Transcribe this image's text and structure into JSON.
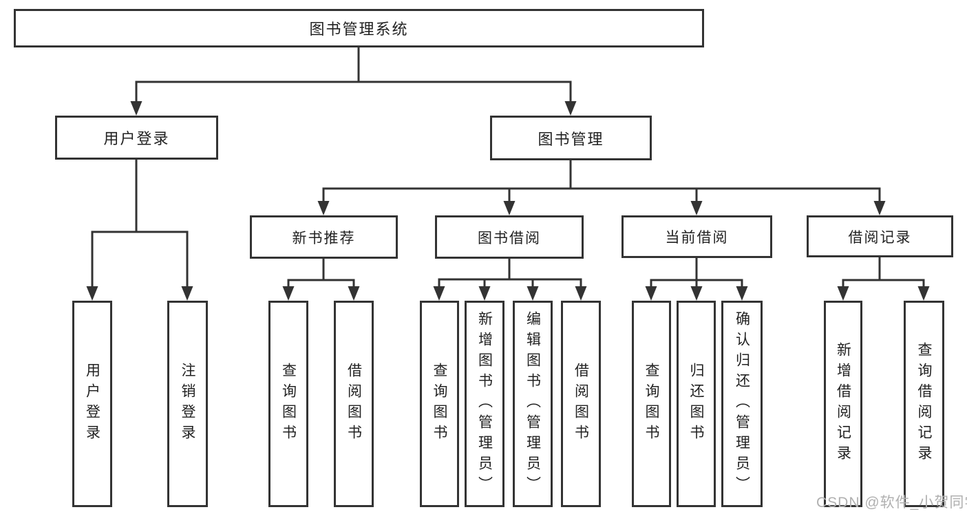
{
  "diagram": {
    "root": {
      "label": "图书管理系统"
    },
    "branches": [
      {
        "label": "用户登录",
        "children": [
          {
            "label": "用户登录"
          },
          {
            "label": "注销登录"
          }
        ]
      },
      {
        "label": "图书管理",
        "children": [
          {
            "label": "新书推荐",
            "children": [
              {
                "label": "查询图书"
              },
              {
                "label": "借阅图书"
              }
            ]
          },
          {
            "label": "图书借阅",
            "children": [
              {
                "label": "查询图书"
              },
              {
                "label": "新增图书（管理员）"
              },
              {
                "label": "编辑图书（管理员）"
              },
              {
                "label": "借阅图书"
              }
            ]
          },
          {
            "label": "当前借阅",
            "children": [
              {
                "label": "查询图书"
              },
              {
                "label": "归还图书"
              },
              {
                "label": "确认归还（管理员）"
              }
            ]
          },
          {
            "label": "借阅记录",
            "children": [
              {
                "label": "新增借阅记录"
              },
              {
                "label": "查询借阅记录"
              }
            ]
          }
        ]
      }
    ]
  },
  "watermark": {
    "text": "CSDN @软件_小贺同学"
  },
  "colors": {
    "line": "#333333",
    "box_border": "#333333",
    "box_fill": "#ffffff",
    "text": "#222222",
    "watermark": "#b0b0b0"
  }
}
